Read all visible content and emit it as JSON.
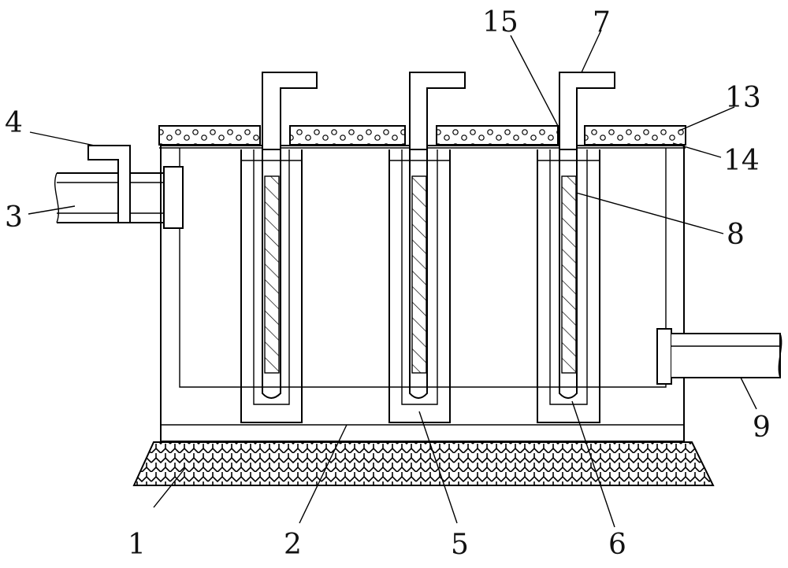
{
  "labels": {
    "l1": "1",
    "l2": "2",
    "l3": "3",
    "l4": "4",
    "l5": "5",
    "l6": "6",
    "l7": "7",
    "l8": "8",
    "l9": "9",
    "l13": "13",
    "l14": "14",
    "l15": "15"
  }
}
